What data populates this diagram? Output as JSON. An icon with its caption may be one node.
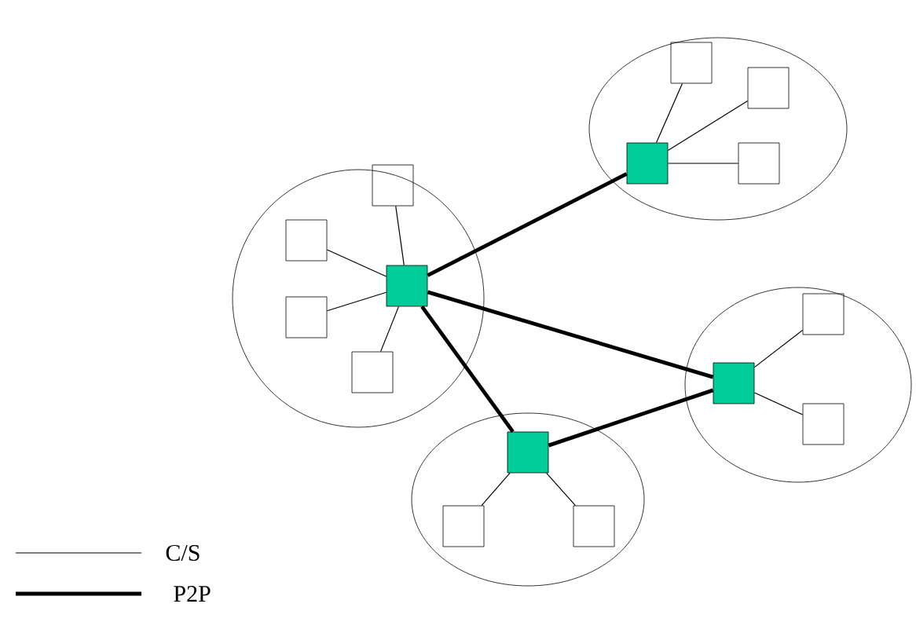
{
  "diagram": {
    "nodes": [
      {
        "text": [],
        "shape": "ellipse"
      },
      {
        "text": [],
        "shape": "box",
        "in": 0
      },
      {
        "text": [],
        "shape": "box",
        "in": 0
      },
      {
        "text": [],
        "shape": "box",
        "in": 0
      },
      {
        "text": [],
        "shape": "box",
        "in": 0
      },
      {
        "text": [],
        "shape": "box",
        "in": 0
      },
      {
        "text": [],
        "shape": "ellipse"
      },
      {
        "text": [],
        "shape": "box",
        "in": 6
      },
      {
        "text": [],
        "shape": "box",
        "in": 6
      },
      {
        "text": [],
        "shape": "box",
        "in": 6
      },
      {
        "text": [],
        "shape": "box",
        "in": 6
      },
      {
        "text": [],
        "shape": "ellipse"
      },
      {
        "text": [],
        "shape": "box",
        "in": 11
      },
      {
        "text": [],
        "shape": "box",
        "in": 11
      },
      {
        "text": [],
        "shape": "box",
        "in": 11
      },
      {
        "text": [],
        "shape": "ellipse"
      },
      {
        "text": [],
        "shape": "box",
        "in": 15
      },
      {
        "text": [],
        "shape": "box",
        "in": 15
      },
      {
        "text": [],
        "shape": "box",
        "in": 15
      }
    ],
    "edges": [
      {
        "from": 1,
        "to": 2,
        "arrow": "none"
      },
      {
        "from": 1,
        "to": 3,
        "arrow": "none"
      },
      {
        "from": 1,
        "to": 4,
        "arrow": "none"
      },
      {
        "from": 1,
        "to": 5,
        "arrow": "none"
      },
      {
        "from": 7,
        "to": 8,
        "arrow": "none"
      },
      {
        "from": 7,
        "to": 9,
        "arrow": "none"
      },
      {
        "from": 7,
        "to": 10,
        "arrow": "none"
      },
      {
        "from": 12,
        "to": 13,
        "arrow": "none"
      },
      {
        "from": 12,
        "to": 14,
        "arrow": "none"
      },
      {
        "from": 16,
        "to": 17,
        "arrow": "none"
      },
      {
        "from": 16,
        "to": 18,
        "arrow": "none"
      },
      {
        "from": 1,
        "to": 7,
        "arrow": "none",
        "style": "thick"
      },
      {
        "from": 1,
        "to": 12,
        "arrow": "none",
        "style": "thick"
      },
      {
        "from": 1,
        "to": 16,
        "arrow": "none",
        "style": "thick"
      },
      {
        "from": 16,
        "to": 12,
        "arrow": "none",
        "style": "thick"
      }
    ],
    "legend": [
      {
        "text": "C/S"
      },
      {
        "text": "P2P"
      }
    ]
  }
}
